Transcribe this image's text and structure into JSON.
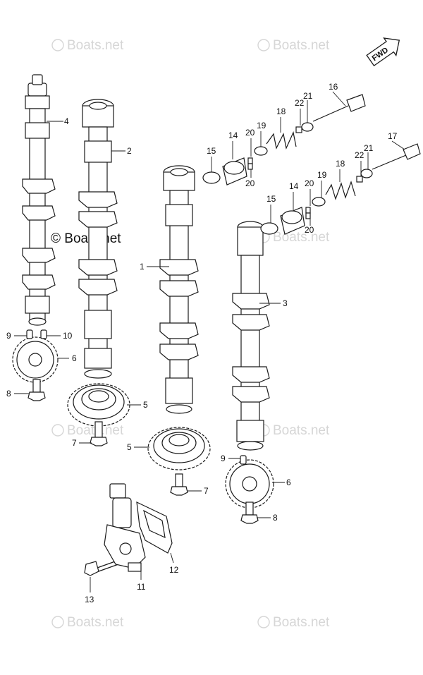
{
  "watermark": {
    "text": "Boats.net",
    "symbol": "©"
  },
  "credit": "© Boats.net",
  "fwd_label": "FWD",
  "callouts": {
    "c1": "1",
    "c2": "2",
    "c3": "3",
    "c4": "4",
    "c5a": "5",
    "c5b": "5",
    "c6a": "6",
    "c6b": "6",
    "c7a": "7",
    "c7b": "7",
    "c8a": "8",
    "c8b": "8",
    "c9a": "9",
    "c9b": "9",
    "c10": "10",
    "c11": "11",
    "c12": "12",
    "c13": "13",
    "c14a": "14",
    "c14b": "14",
    "c15a": "15",
    "c15b": "15",
    "c16": "16",
    "c17": "17",
    "c18a": "18",
    "c18b": "18",
    "c19a": "19",
    "c19b": "19",
    "c20a": "20",
    "c20b": "20",
    "c20c": "20",
    "c20d": "20",
    "c21a": "21",
    "c21b": "21",
    "c22a": "22",
    "c22b": "22"
  }
}
